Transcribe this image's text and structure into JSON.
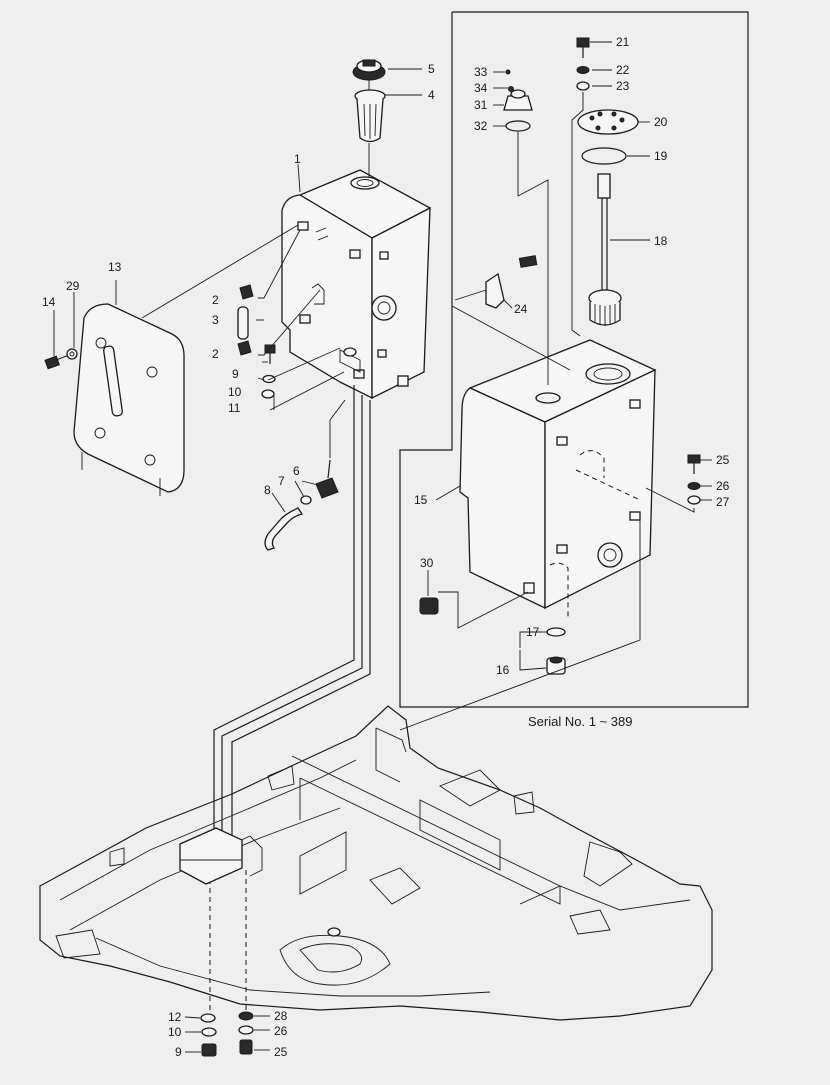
{
  "serial_note": "Serial No. 1 ~ 389",
  "callouts": [
    "1",
    "2",
    "2",
    "3",
    "4",
    "5",
    "6",
    "7",
    "8",
    "9",
    "9",
    "10",
    "10",
    "11",
    "12",
    "13",
    "14",
    "15",
    "16",
    "17",
    "18",
    "19",
    "20",
    "21",
    "22",
    "23",
    "24",
    "25",
    "25",
    "26",
    "26",
    "27",
    "28",
    "29",
    "30",
    "31",
    "32",
    "33",
    "34"
  ]
}
